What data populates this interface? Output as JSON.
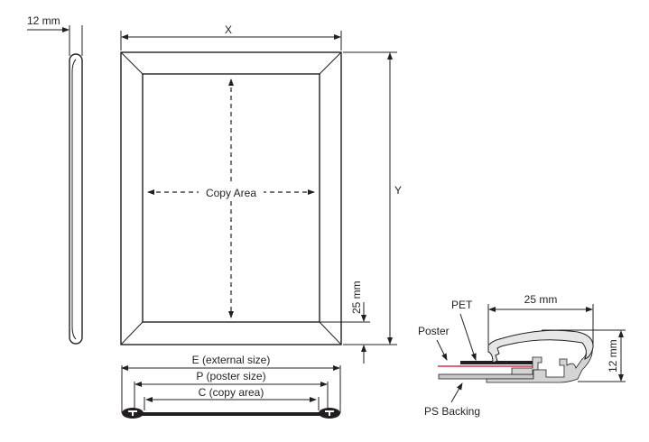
{
  "labels": {
    "depth": "12 mm",
    "width": "X",
    "height": "Y",
    "copy_area": "Copy Area",
    "border": "25 mm",
    "external": "E (external size)",
    "poster_size": "P (poster size)",
    "copy_size": "C (copy area)"
  },
  "section": {
    "pet": "PET",
    "poster": "Poster",
    "backing": "PS Backing",
    "width": "25 mm",
    "height": "12 mm"
  },
  "colors": {
    "line": "#231f20",
    "poster": "#d9304f",
    "backing": "#c8c8c8"
  }
}
